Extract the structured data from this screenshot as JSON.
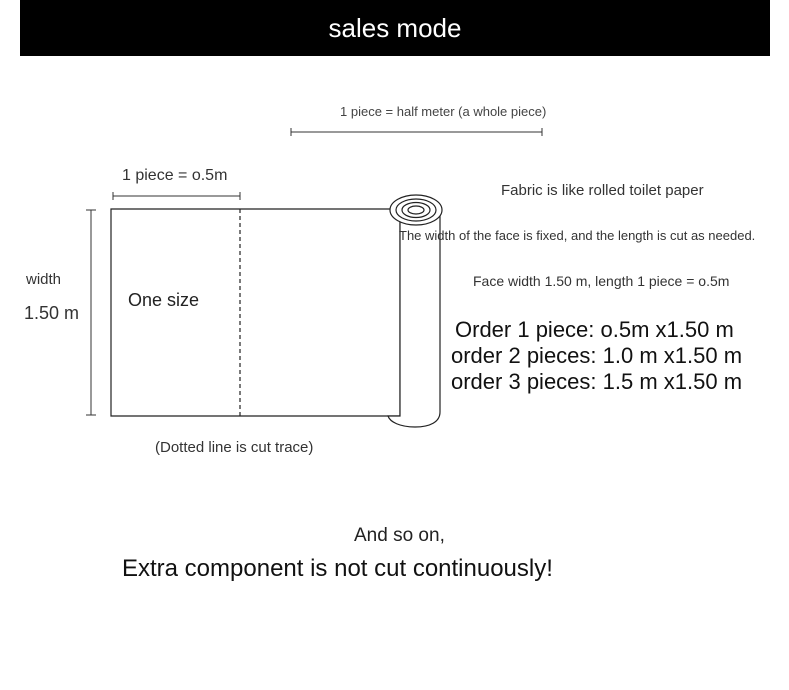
{
  "header": {
    "title": "sales mode"
  },
  "diagram": {
    "half_meter_label": "1 piece = half meter (a whole piece)",
    "piece_label": "1 piece = o.5m",
    "width_label": "width",
    "width_value": "1.50 m",
    "one_size_label": "One size",
    "dotted_note": "(Dotted line is cut trace)"
  },
  "description": {
    "title": "Fabric is like rolled toilet paper",
    "subtitle": "The width of the face is fixed, and the length is cut as needed.",
    "face_width": "Face width 1.50 m, length 1 piece = o.5m",
    "orders": [
      "Order 1 piece: o.5m x1.50 m",
      "order 2 pieces: 1.0 m x1.50 m",
      "order 3 pieces: 1.5 m x1.50 m"
    ]
  },
  "footer": {
    "and_so_on": "And so on,",
    "note": "Extra component is not cut continuously!"
  },
  "colors": {
    "header_bg": "#000000",
    "header_text": "#ffffff",
    "line": "#222222"
  }
}
